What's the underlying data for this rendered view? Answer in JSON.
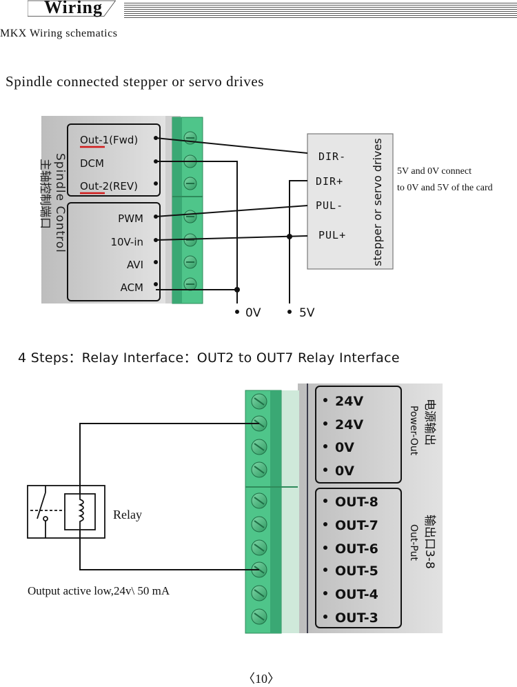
{
  "header": {
    "title": "Wiring",
    "subtitle": "MKX Wiring schematics"
  },
  "section1": {
    "title": "Spindle connected stepper or servo drives",
    "card_label": "Spindle Control",
    "card_label_cn": "主轴控制端口",
    "terminals_group1": [
      "Out-1(Fwd)",
      "DCM",
      "Out-2(REV)"
    ],
    "terminals_group2": [
      "PWM",
      "10V-in",
      "AVI",
      "ACM"
    ],
    "drive_label": "stepper or servo drives",
    "drive_pins": [
      "DIR-",
      "DIR+",
      "PUL-",
      "PUL+"
    ],
    "note_line1": "5V and 0V connect",
    "note_line2": "to 0V and 5V of the card",
    "ground_label": "0V",
    "supply_label": "5V"
  },
  "section2": {
    "title": "4 Steps：Relay Interface：OUT2 to OUT7 Relay Interface",
    "power_labels": [
      "24V",
      "24V",
      "0V",
      "0V"
    ],
    "power_group_label_cn": "电源输出",
    "power_group_label": "Power-Out",
    "output_labels": [
      "OUT-8",
      "OUT-7",
      "OUT-6",
      "OUT-5",
      "OUT-4",
      "OUT-3"
    ],
    "output_group_label_cn": "输出口3-8",
    "output_group_label": "Out-Put",
    "relay_label": "Relay",
    "relay_note": "Output active low,24v\\ 50 mA"
  },
  "footer": {
    "page_number": "〈10〉"
  },
  "colors": {
    "terminal_green": "#4fc58a",
    "terminal_dark": "#2e9a63",
    "card_gray": "#d8d8d8",
    "underline_red": "#d11a1a"
  }
}
